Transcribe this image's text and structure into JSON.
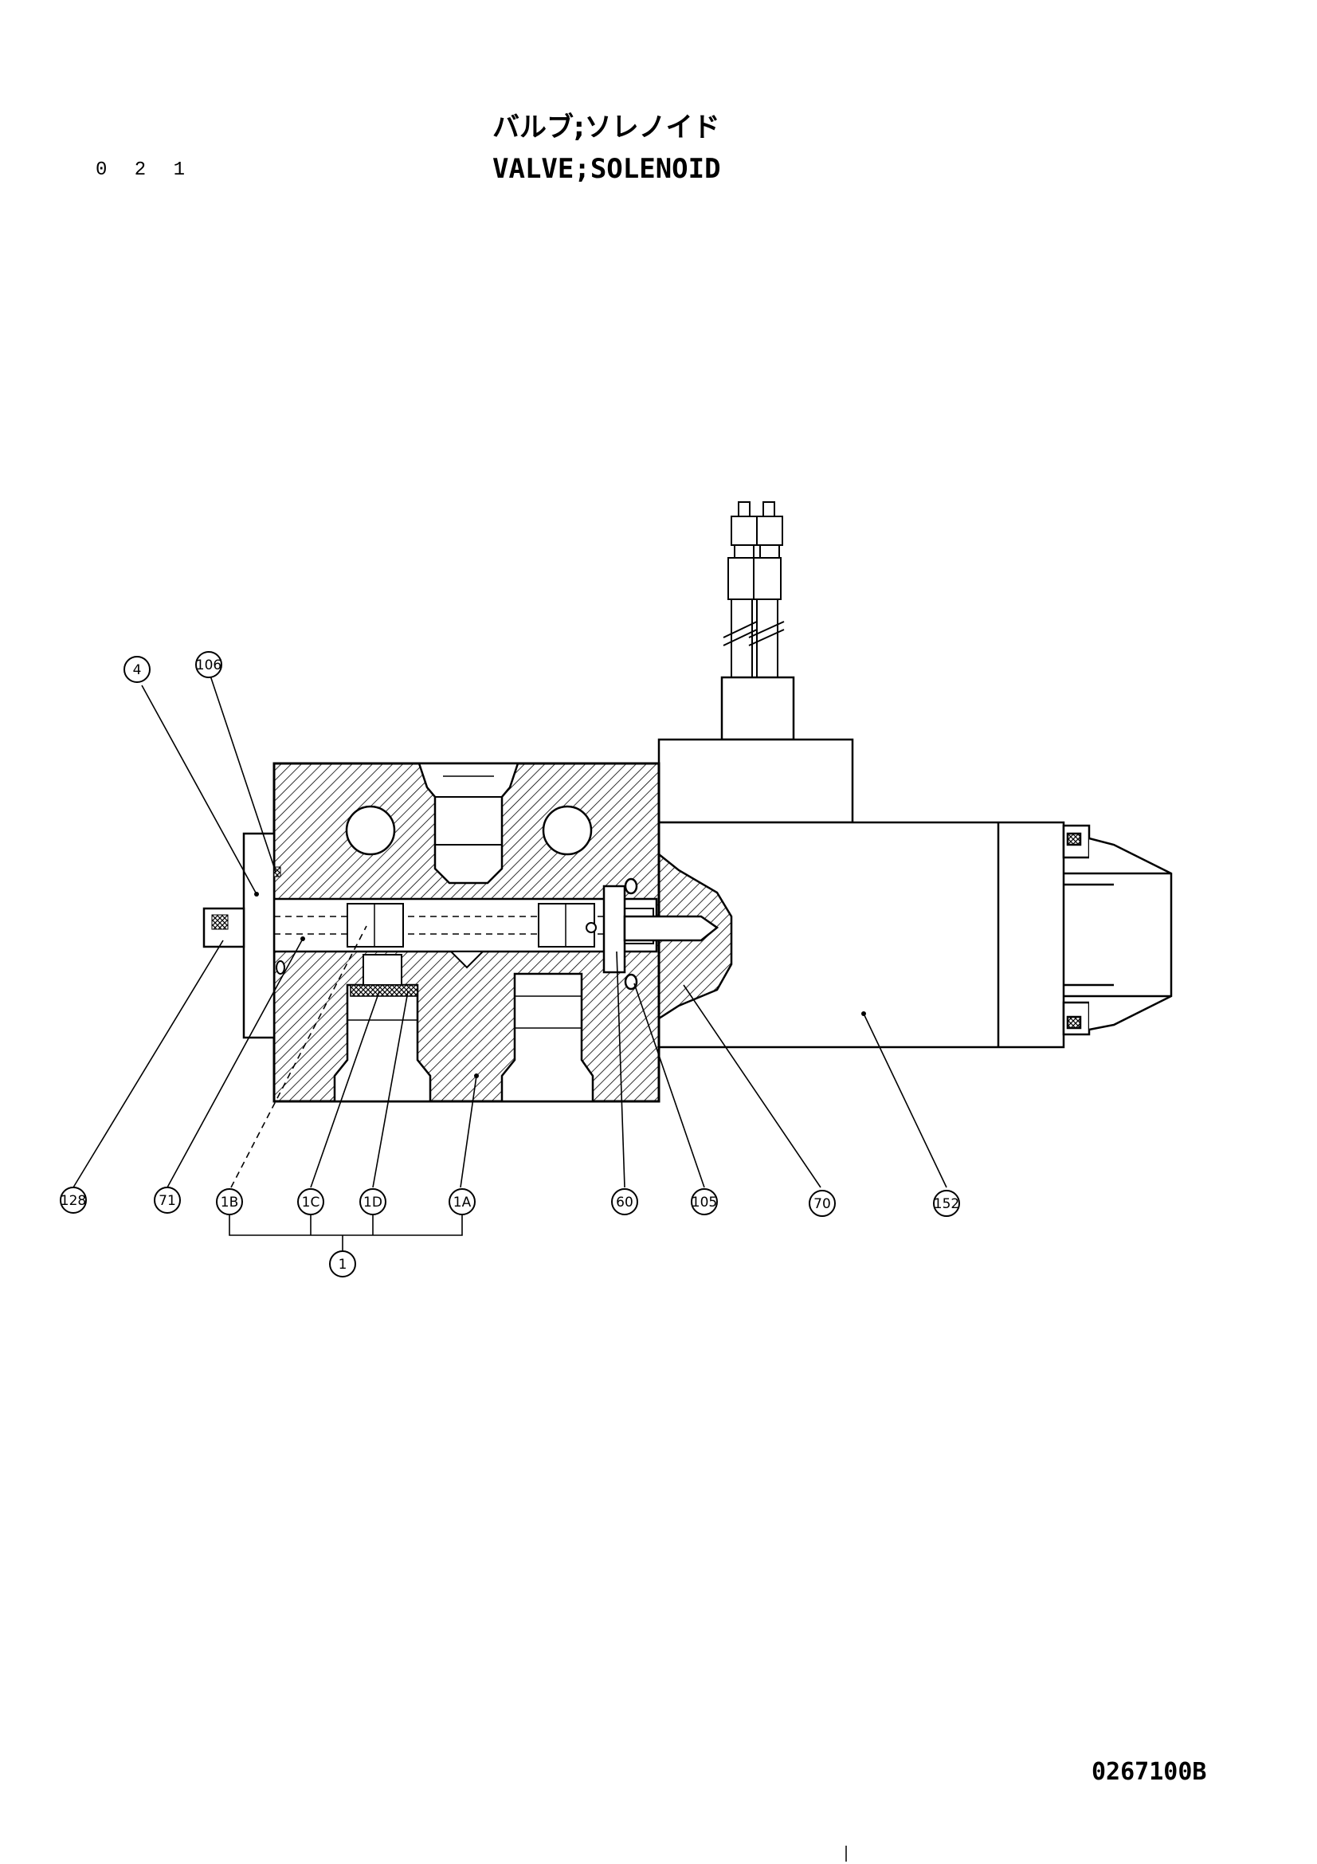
{
  "header": {
    "page_number": "0 2 1",
    "title_jp": "バルブ;ソレノイド",
    "title_en": "VALVE;SOLENOID"
  },
  "footer": {
    "drawing_number": "0267100B"
  },
  "callouts": {
    "c4": "4",
    "c106": "106",
    "c128": "128",
    "c71": "71",
    "c1B": "1B",
    "c1C": "1C",
    "c1D": "1D",
    "c1A": "1A",
    "c1": "1",
    "c60": "60",
    "c105": "105",
    "c70": "70",
    "c152": "152"
  }
}
